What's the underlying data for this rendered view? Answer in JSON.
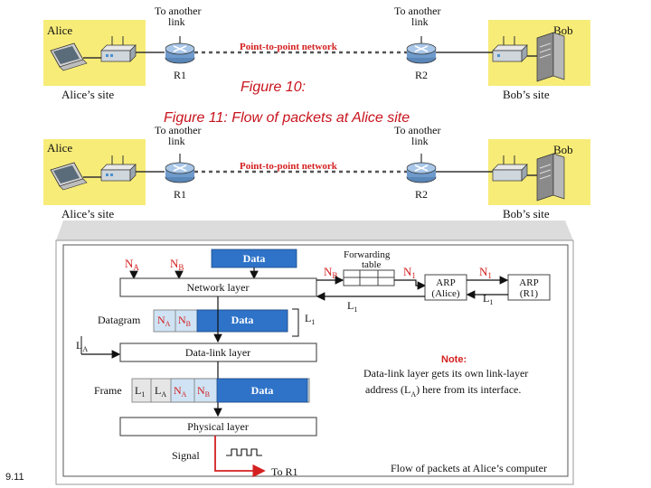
{
  "slide_number": "9.11",
  "fig10": {
    "caption": "Figure 10:",
    "alice": "Alice",
    "bob": "Bob",
    "alice_site": "Alice’s site",
    "bob_site": "Bob’s site",
    "link1": [
      "To another",
      "link"
    ],
    "link2": [
      "To another",
      "link"
    ],
    "r1": "R1",
    "r2": "R2",
    "network": "Point-to-point network"
  },
  "fig11": {
    "caption": "Figure 11: Flow of packets at Alice site",
    "alice": "Alice",
    "bob": "Bob",
    "alice_site": "Alice’s site",
    "bob_site": "Bob’s site",
    "link1": [
      "To another",
      "link"
    ],
    "link2": [
      "To another",
      "link"
    ],
    "r1": "R1",
    "r2": "R2",
    "network": "Point-to-point network"
  },
  "detail": {
    "na": "N",
    "na_sub": "A",
    "nb": "N",
    "nb_sub": "B",
    "data": "Data",
    "forwarding_table": [
      "Forwarding",
      "table"
    ],
    "nb_in": "N",
    "nb_in_sub": "B",
    "n1_out": "N",
    "n1_out_sub": "1",
    "n1_arp": "N",
    "n1_arp_sub": "1",
    "arp_alice": [
      "ARP",
      "(Alice)"
    ],
    "arp_r1": [
      "ARP",
      "(R1)"
    ],
    "l1_back": "L",
    "l1_back_sub": "1",
    "l1_right": "L",
    "l1_right_sub": "1",
    "l1_side": "L",
    "l1_side_sub": "1",
    "network_layer": "Network layer",
    "datagram": "Datagram",
    "la": "L",
    "la_sub": "A",
    "datalink_layer": "Data-link layer",
    "frame": "Frame",
    "physical_layer": "Physical layer",
    "signal": "Signal",
    "to_r1": "To R1",
    "note_title": "Note:",
    "note_line1": "Data-link layer gets its own link-layer",
    "note_line2a": "address (L",
    "note_line2b": "A",
    "note_line2c": ") here from its interface.",
    "caption": "Flow of packets at Alice’s computer"
  }
}
